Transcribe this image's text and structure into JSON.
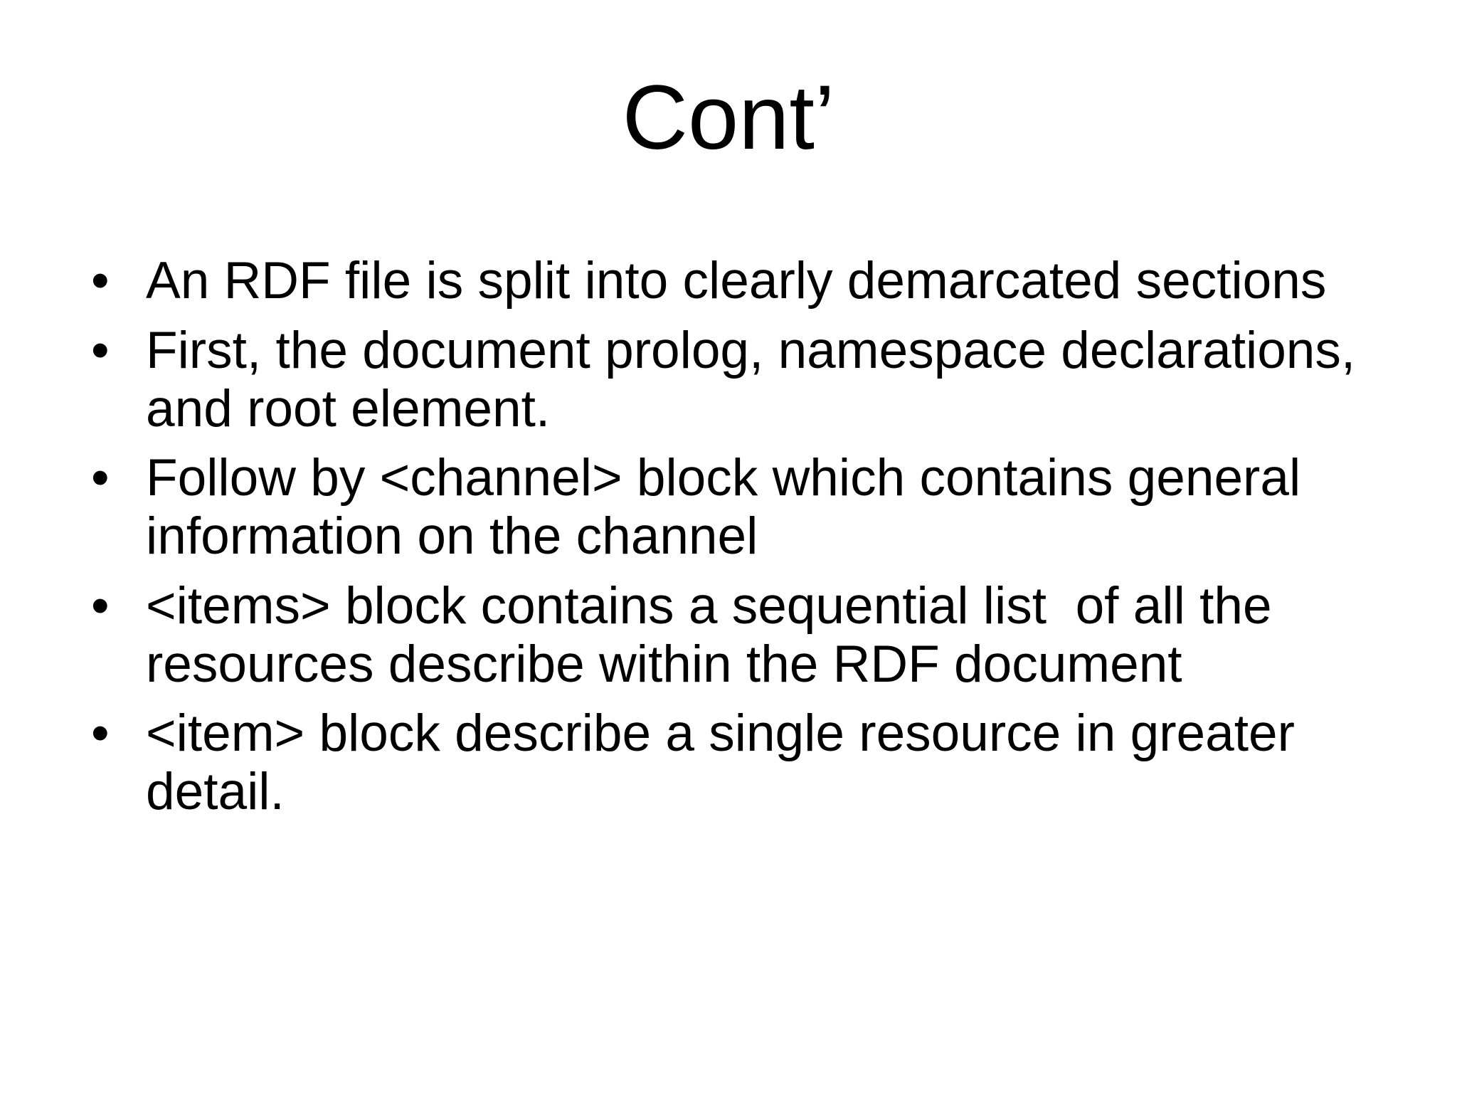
{
  "slide": {
    "title": "Cont’",
    "bullet_glyph": "•",
    "bullets": [
      "An RDF file is split into clearly demarcated sections",
      "First, the document prolog, namespace declarations, and root element.",
      "Follow by <channel> block which contains general information on the channel",
      "<items> block contains a sequential list  of all the resources describe within the RDF document",
      "<item> block describe a single resource in greater detail."
    ]
  }
}
